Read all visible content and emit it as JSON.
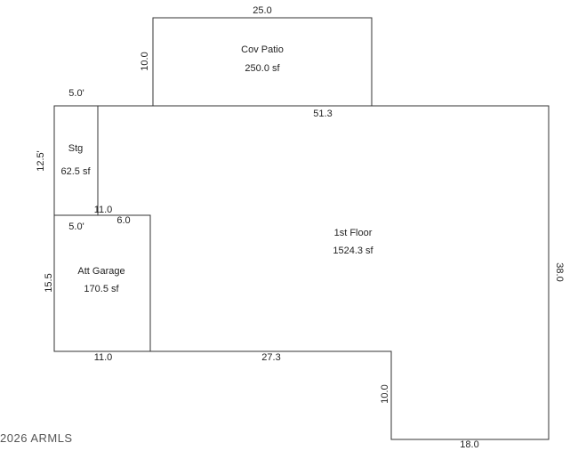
{
  "rooms": {
    "cov_patio": {
      "name": "Cov Patio",
      "area": "250.0 sf"
    },
    "storage": {
      "name": "Stg",
      "area": "62.5 sf"
    },
    "first_floor": {
      "name": "1st Floor",
      "area": "1524.3 sf"
    },
    "garage": {
      "name": "Att Garage",
      "area": "170.5 sf"
    }
  },
  "dimensions": {
    "patio_top": "25.0",
    "patio_left": "10.0",
    "stg_top": "5.0'",
    "stg_left": "12.5'",
    "floor_top": "51.3",
    "floor_right": "38.0",
    "stg_bottom": "11.0",
    "garage_top": "5.0'",
    "garage_notch": "6.0",
    "garage_left": "15.5",
    "garage_bottom": "11.0",
    "floor_bottom": "27.3",
    "floor_step": "10.0",
    "floor_bottom_right": "18.0"
  },
  "watermark": "2026 ARMLS"
}
